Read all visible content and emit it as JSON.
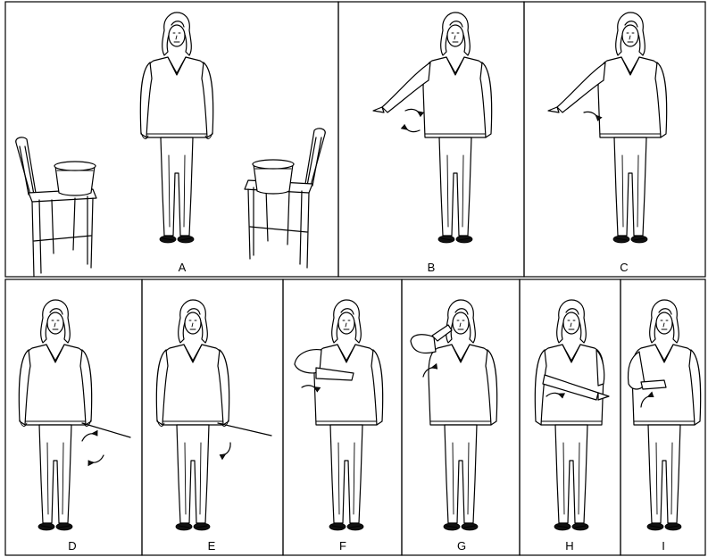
{
  "panels": [
    {
      "id": "A",
      "label": "A"
    },
    {
      "id": "B",
      "label": "B"
    },
    {
      "id": "C",
      "label": "C"
    },
    {
      "id": "D",
      "label": "D"
    },
    {
      "id": "E",
      "label": "E"
    },
    {
      "id": "F",
      "label": "F"
    },
    {
      "id": "G",
      "label": "G"
    },
    {
      "id": "H",
      "label": "H"
    },
    {
      "id": "I",
      "label": "I"
    }
  ]
}
